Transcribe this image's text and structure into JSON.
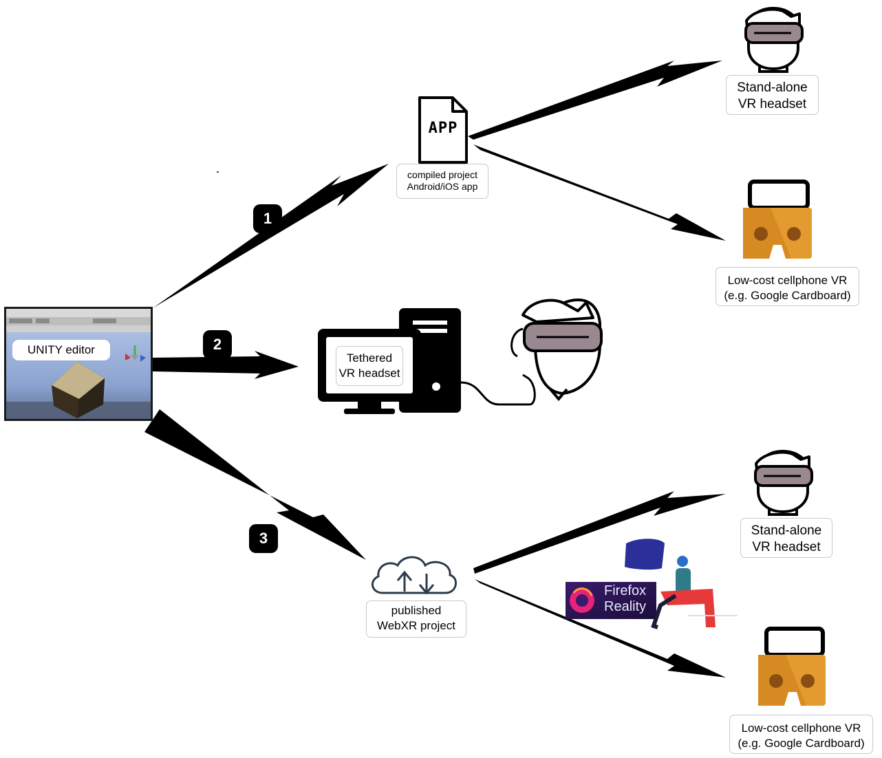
{
  "unity": {
    "label": "UNITY editor"
  },
  "paths": [
    {
      "number": "1"
    },
    {
      "number": "2"
    },
    {
      "number": "3"
    }
  ],
  "app_file": {
    "icon_text": "APP",
    "line1": "compiled project",
    "line2": "Android/iOS app"
  },
  "tethered": {
    "line1": "Tethered",
    "line2": "VR headset"
  },
  "webxr": {
    "line1": "published",
    "line2": "WebXR project"
  },
  "standalone_top": {
    "line1": "Stand-alone",
    "line2": "VR headset"
  },
  "cardboard_top": {
    "line1": "Low-cost cellphone  VR",
    "line2": "(e.g. Google Cardboard)"
  },
  "standalone_bottom": {
    "line1": "Stand-alone",
    "line2": "VR headset"
  },
  "cardboard_bottom": {
    "line1": "Low-cost cellphone  VR",
    "line2": "(e.g. Google Cardboard)"
  },
  "firefox_reality": {
    "line1": "Firefox",
    "line2": "Reality"
  },
  "colors": {
    "cardboard": "#e39a2e",
    "cardboard_dark": "#8a4e12",
    "visor": "#9a8890",
    "sky": "#b9c9ea"
  }
}
